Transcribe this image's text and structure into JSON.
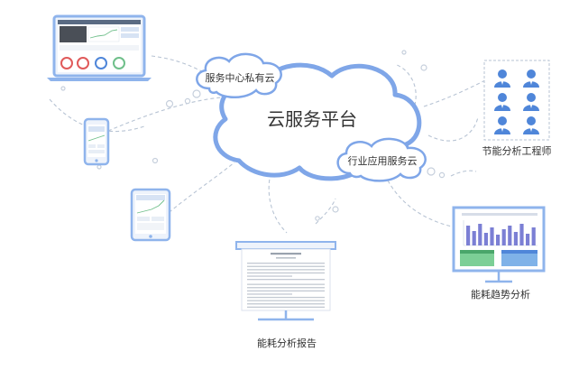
{
  "title": "云服务平台",
  "clouds": {
    "private": "服务中心私有云",
    "industry": "行业应用服务云"
  },
  "labels": {
    "engineers": "节能分析工程师",
    "trend": "能耗趋势分析",
    "report": "能耗分析报告"
  },
  "colors": {
    "cloud_stroke": "#7fa6e8",
    "device_frame": "#8fb4ec",
    "connector": "#b8c4d4",
    "person": "#4f86d9",
    "bar": "#7b7fd4"
  },
  "icons": {
    "laptop": "laptop-icon",
    "phone": "phone-icon",
    "tablet": "tablet-icon",
    "engineer": "engineer-icon"
  }
}
